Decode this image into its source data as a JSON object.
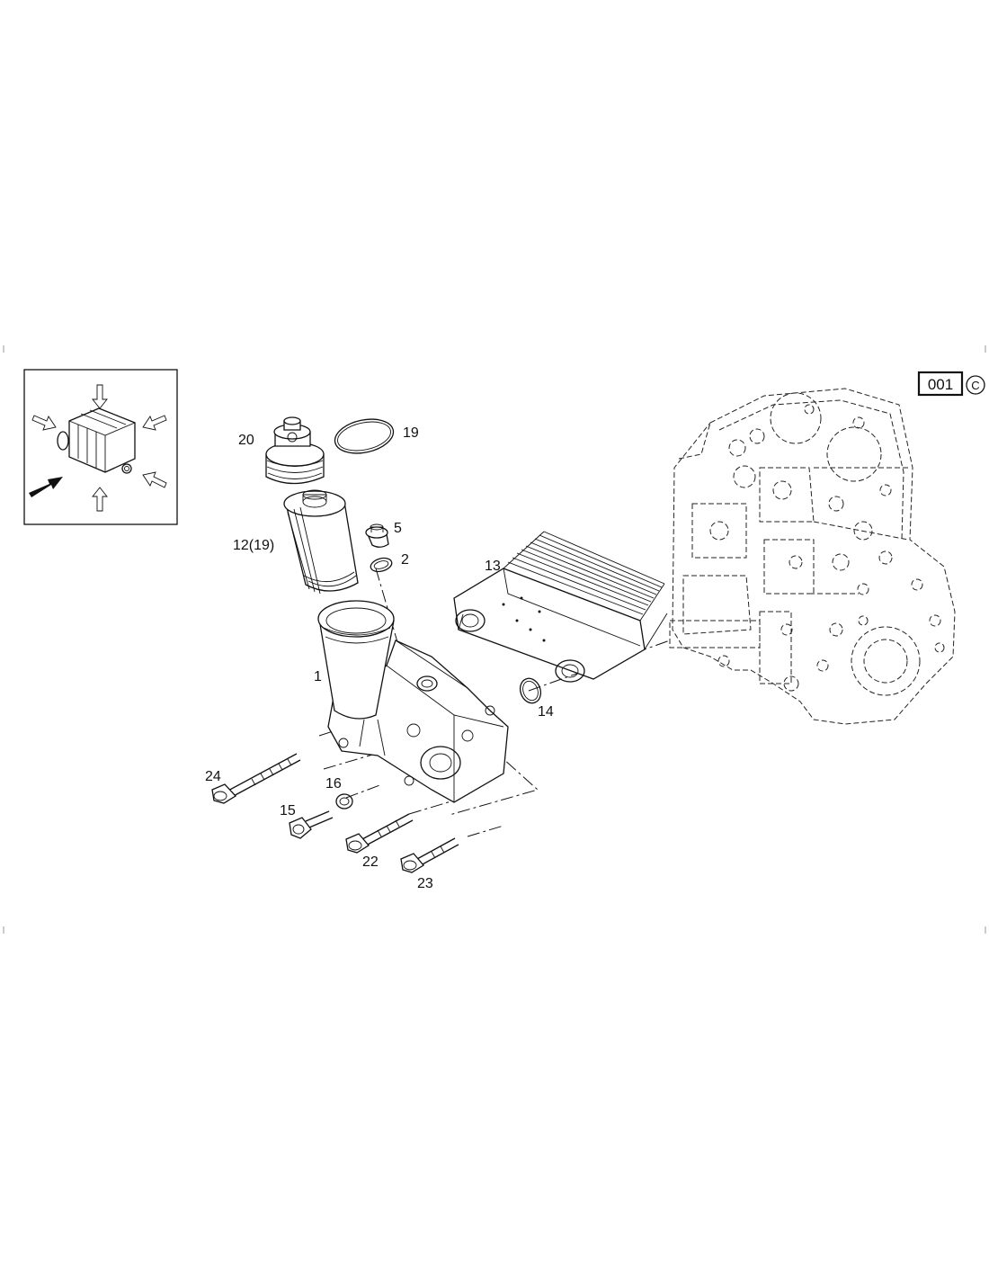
{
  "figure_code": "001",
  "copyright_symbol": "C",
  "callouts": {
    "c1": "1",
    "c2": "2",
    "c5": "5",
    "c12": "12(19)",
    "c13": "13",
    "c14": "14",
    "c15": "15",
    "c16": "16",
    "c19": "19",
    "c20": "20",
    "c22": "22",
    "c23": "23",
    "c24": "24"
  }
}
